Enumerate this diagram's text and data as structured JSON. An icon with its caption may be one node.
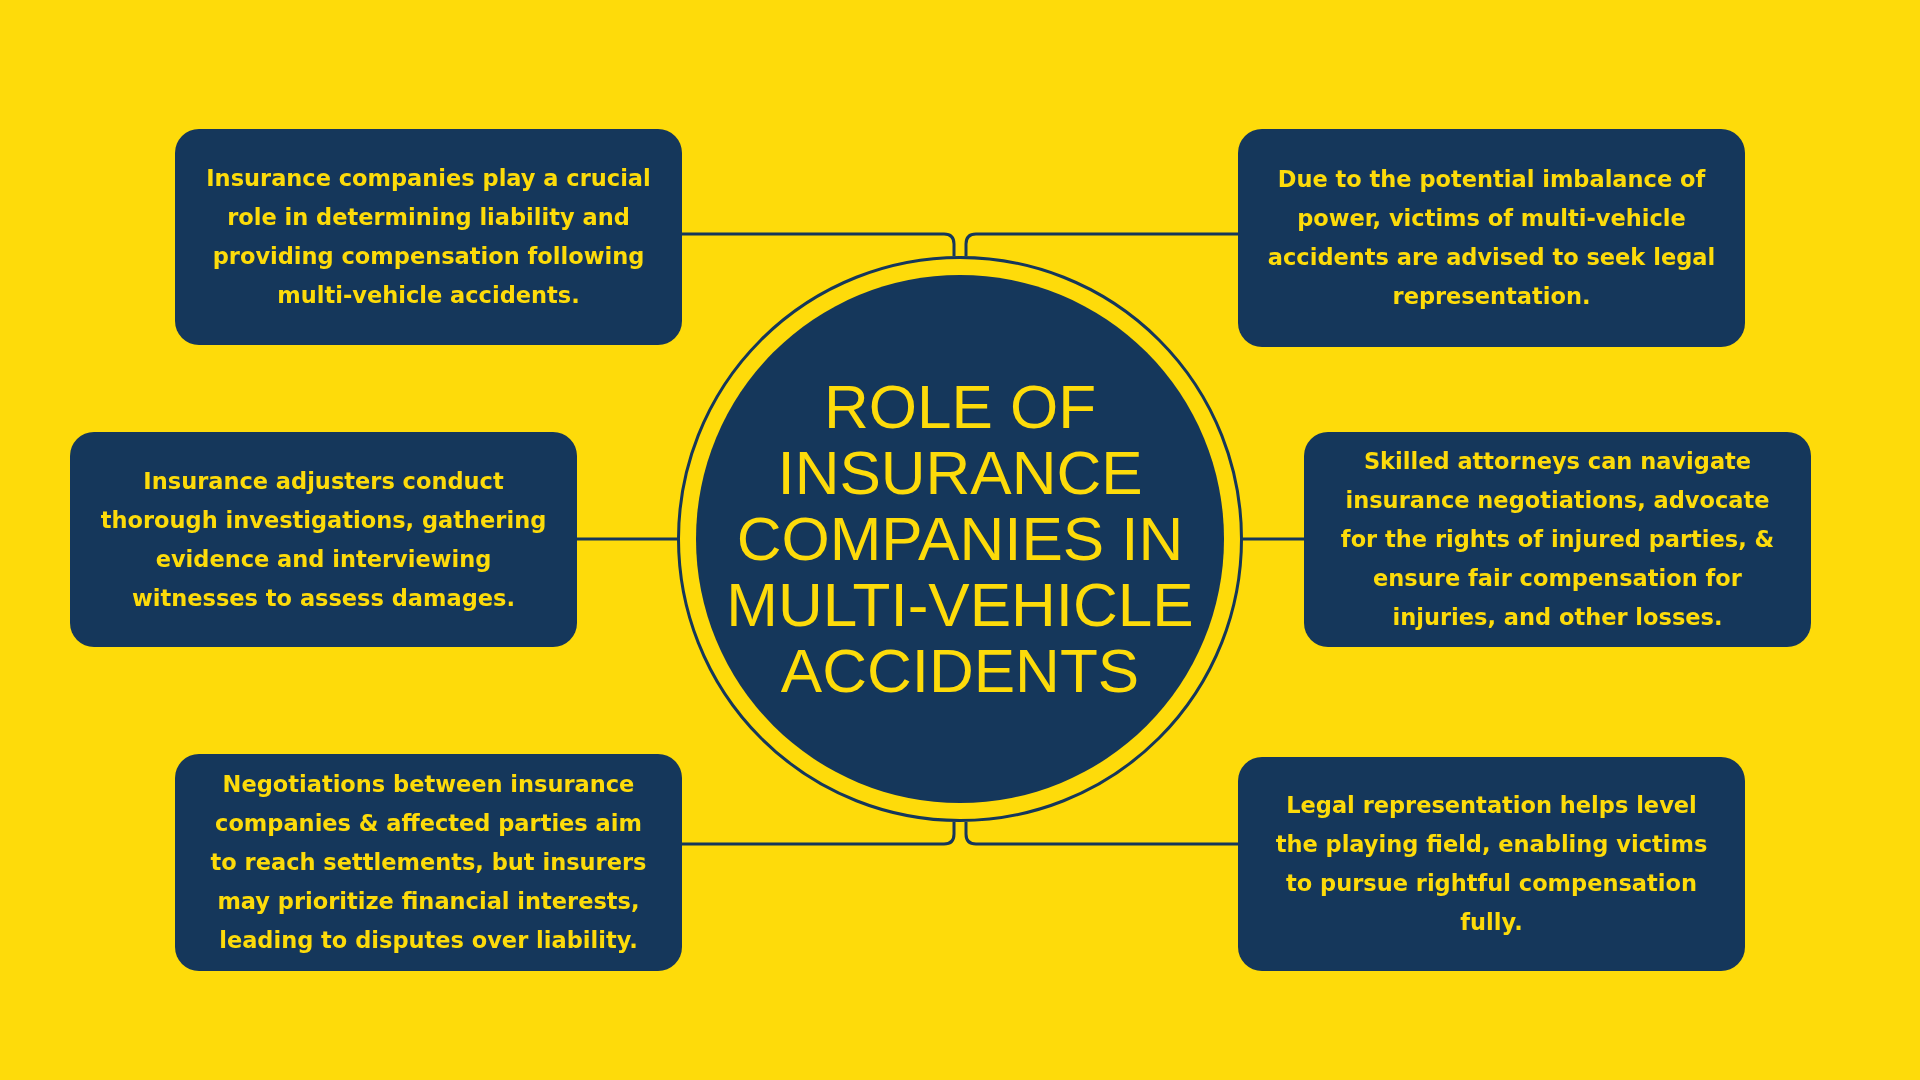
{
  "diagram": {
    "nodes": [
      {
        "text": [
          "ROLE OF INSURANCE COMPANIES IN MULTI-VEHICLE ACCIDENTS"
        ]
      },
      {
        "text": [
          "Insurance companies play a crucial role in determining liability and providing compensation following multi-vehicle accidents."
        ]
      },
      {
        "text": [
          "Due to the potential imbalance of power, victims of multi-vehicle accidents are advised to seek legal representation."
        ]
      },
      {
        "text": [
          "Insurance adjusters conduct thorough investigations, gathering evidence and interviewing witnesses to assess damages."
        ]
      },
      {
        "text": [
          "Skilled attorneys can navigate insurance negotiations, advocate for the rights of injured parties, & ensure fair compensation for injuries, and other losses."
        ]
      },
      {
        "text": [
          "Negotiations between insurance companies & affected parties aim to reach settlements, but insurers may prioritize financial interests, leading to disputes over liability."
        ]
      },
      {
        "text": [
          "Legal representation helps level the playing field, enabling victims to pursue rightful compensation fully."
        ]
      }
    ],
    "edges": [
      {
        "from": 0,
        "to": 1,
        "arrow": "none"
      },
      {
        "from": 0,
        "to": 2,
        "arrow": "none"
      },
      {
        "from": 0,
        "to": 3,
        "arrow": "none"
      },
      {
        "from": 0,
        "to": 4,
        "arrow": "none"
      },
      {
        "from": 0,
        "to": 5,
        "arrow": "none"
      },
      {
        "from": 0,
        "to": 6,
        "arrow": "none"
      }
    ]
  }
}
